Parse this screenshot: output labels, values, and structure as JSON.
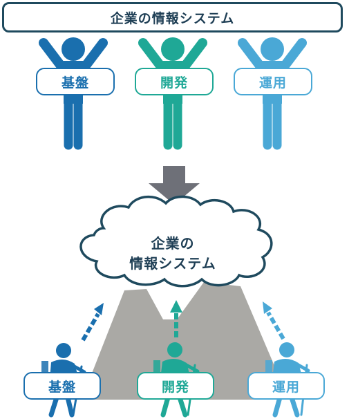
{
  "title": "企業の情報システム",
  "colors": {
    "kiban": "#1a6fae",
    "kaihatsu": "#1fa896",
    "unyou": "#4aa8d6",
    "navy": "#1f3f55",
    "arrow_gray": "#6e7078",
    "mountain": "#aaa9a5"
  },
  "top_people": [
    {
      "label": "基盤"
    },
    {
      "label": "開発"
    },
    {
      "label": "運用"
    }
  ],
  "cloud": {
    "line1": "企業の",
    "line2": "情報システム"
  },
  "bottom_people": [
    {
      "label": "基盤"
    },
    {
      "label": "開発"
    },
    {
      "label": "運用"
    }
  ]
}
